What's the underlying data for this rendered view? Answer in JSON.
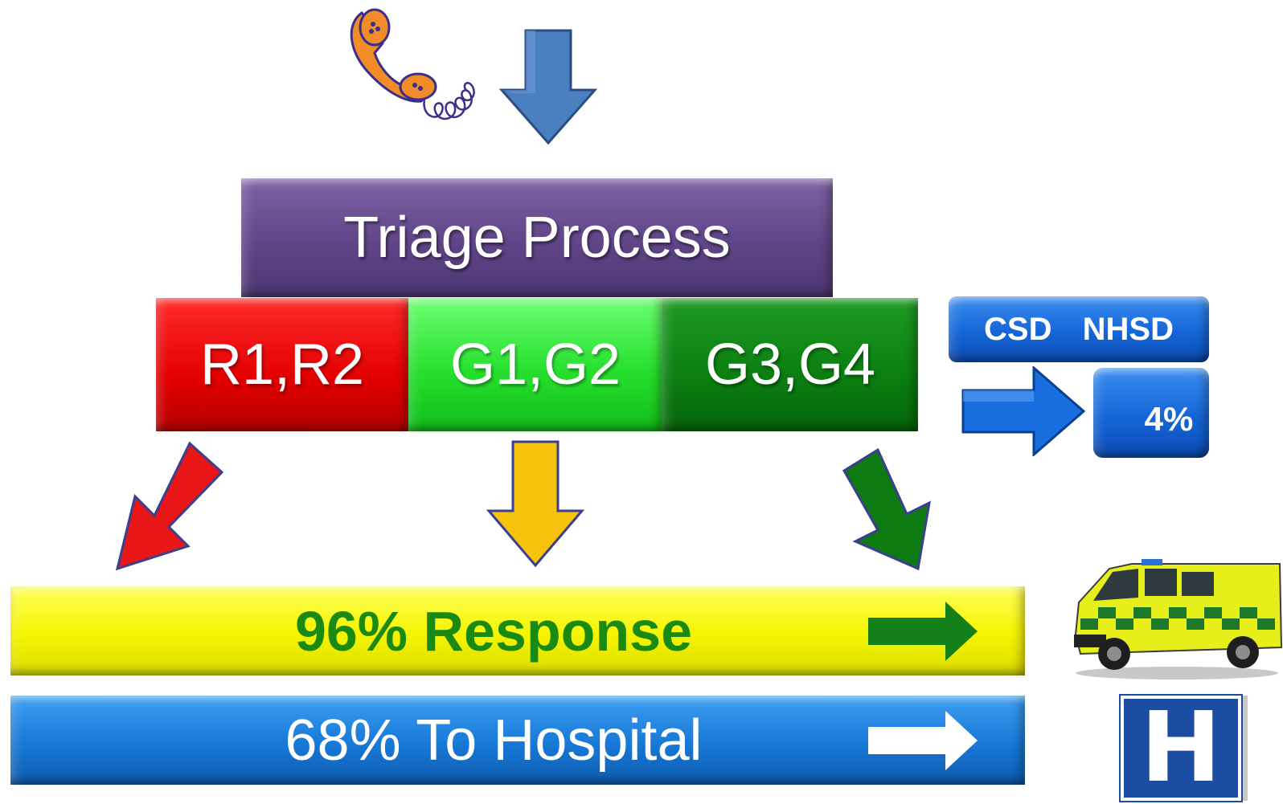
{
  "triage": {
    "title": "Triage Process"
  },
  "categories": [
    {
      "label": "R1,R2",
      "color": "#e20000"
    },
    {
      "label": "G1,G2",
      "color": "#26e02d"
    },
    {
      "label": "G3,G4",
      "color": "#0a7e10"
    }
  ],
  "referral": {
    "csd": "CSD",
    "nhsd": "NHSD",
    "percent": "4%"
  },
  "outcomes": {
    "response": "96% Response",
    "hospital": "68% To Hospital"
  },
  "hospital_sign": {
    "letter": "H"
  },
  "icons": [
    "telephone-icon",
    "ambulance-icon",
    "hospital-sign-icon"
  ]
}
